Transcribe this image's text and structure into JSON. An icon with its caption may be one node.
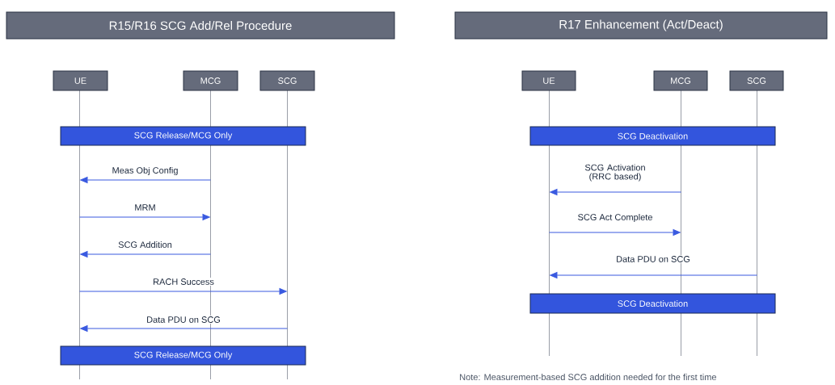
{
  "diagram": {
    "nodes": [
      {
        "text": [
          "R15/R16 SCG Add/Rel Procedure"
        ]
      },
      {
        "text": [
          "UE"
        ]
      },
      {
        "text": [
          "MCG"
        ]
      },
      {
        "text": [
          "SCG"
        ]
      },
      {
        "text": [
          "SCG Release/MCG Only"
        ]
      },
      {
        "text": [
          "SCG Release/MCG Only"
        ]
      },
      {
        "text": [
          "R17 Enhancement (Act/Deact)"
        ]
      },
      {
        "text": [
          "UE"
        ]
      },
      {
        "text": [
          "MCG"
        ]
      },
      {
        "text": [
          "SCG"
        ]
      },
      {
        "text": [
          "SCG Deactivation"
        ]
      },
      {
        "text": [
          "SCG Deactivation"
        ]
      },
      {
        "text": [],
        "shape": "line"
      },
      {
        "text": [],
        "shape": "line"
      },
      {
        "text": [],
        "shape": "line"
      },
      {
        "text": [],
        "shape": "line"
      },
      {
        "text": [],
        "shape": "line"
      },
      {
        "text": [],
        "shape": "line"
      }
    ],
    "edges": [
      {
        "from": 13,
        "to": 12,
        "arrow": "to",
        "label": "Meas Obj Config"
      },
      {
        "from": 12,
        "to": 13,
        "arrow": "to",
        "label": "MRM"
      },
      {
        "from": 13,
        "to": 12,
        "arrow": "to",
        "label": "SCG Addition"
      },
      {
        "from": 12,
        "to": 14,
        "arrow": "to",
        "label": "RACH Success"
      },
      {
        "from": 14,
        "to": 12,
        "arrow": "to",
        "label": "Data PDU on SCG"
      },
      {
        "from": 16,
        "to": 15,
        "arrow": "to",
        "label": "SCG Activation (RRC based)"
      },
      {
        "from": 15,
        "to": 16,
        "arrow": "to",
        "label": "SCG Act Complete"
      },
      {
        "from": 17,
        "to": 15,
        "arrow": "to",
        "label": "Data PDU on SCG"
      }
    ],
    "labels": [
      "Note: Measurement-based SCG addition needed for the first time"
    ]
  }
}
